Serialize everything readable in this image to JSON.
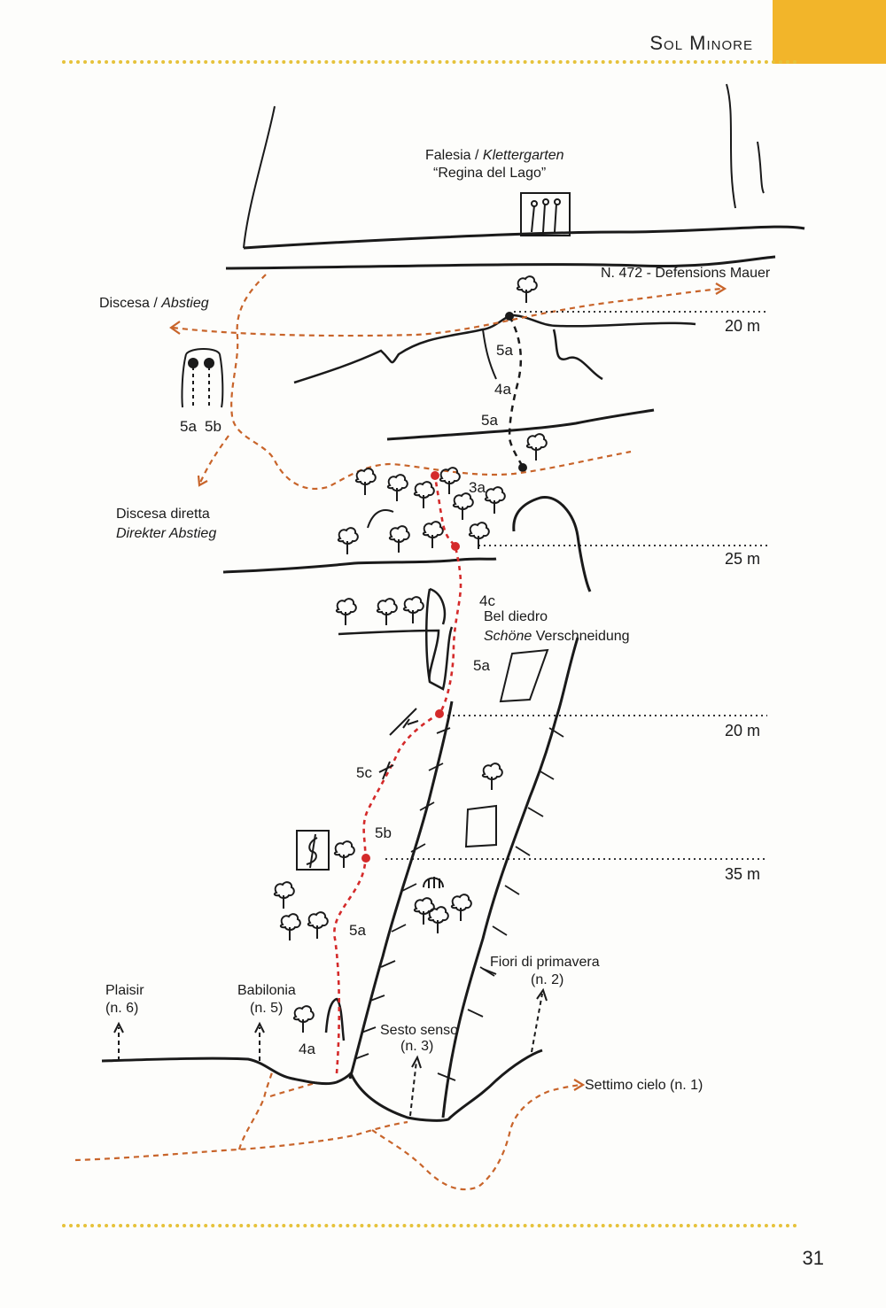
{
  "header": {
    "title": "Sol Minore",
    "accent_color": "#f2b52a",
    "dotted_rule_color": "#e6c23a"
  },
  "page_number": "31",
  "crag": {
    "label": "Falesia /",
    "label_de": "Klettergarten",
    "name": "“Regina del Lago”"
  },
  "routes": {
    "defensions": "N. 472 - Defensions Mauer",
    "plaisir": {
      "name": "Plaisir",
      "number": "(n. 6)"
    },
    "babilonia": {
      "name": "Babilonia",
      "number": "(n. 5)"
    },
    "sesto_senso": {
      "name": "Sesto senso",
      "number": "(n. 3)"
    },
    "fiori": {
      "name": "Fiori di primavera",
      "number": "(n. 2)"
    },
    "settimo": "Settimo cielo (n. 1)"
  },
  "descents": {
    "discesa": "Discesa /",
    "abstieg": "Abstieg",
    "diretta": "Discesa diretta",
    "direkter": "Direkter Abstieg"
  },
  "features": {
    "bel_diedro": "Bel diedro",
    "schoene": "Schöne",
    "verschneidung": " Verschneidung"
  },
  "grades": {
    "top_pitch_a": "5a",
    "top_pitch_b": "4a",
    "top_pitch_c": "5a",
    "side_left": "5a",
    "side_right": "5b",
    "p3a": "3a",
    "p4c": "4c",
    "p5a_diedro": "5a",
    "p5c": "5c",
    "p5b": "5b",
    "p5a_low": "5a",
    "p4a_low": "4a"
  },
  "pitch_lengths": {
    "l1": "20 m",
    "l2": "25 m",
    "l3": "20 m",
    "l4": "35 m"
  },
  "colors": {
    "route_line": "#d42a2a",
    "approach_path": "#c8642a",
    "ink": "#1a1a1a"
  }
}
